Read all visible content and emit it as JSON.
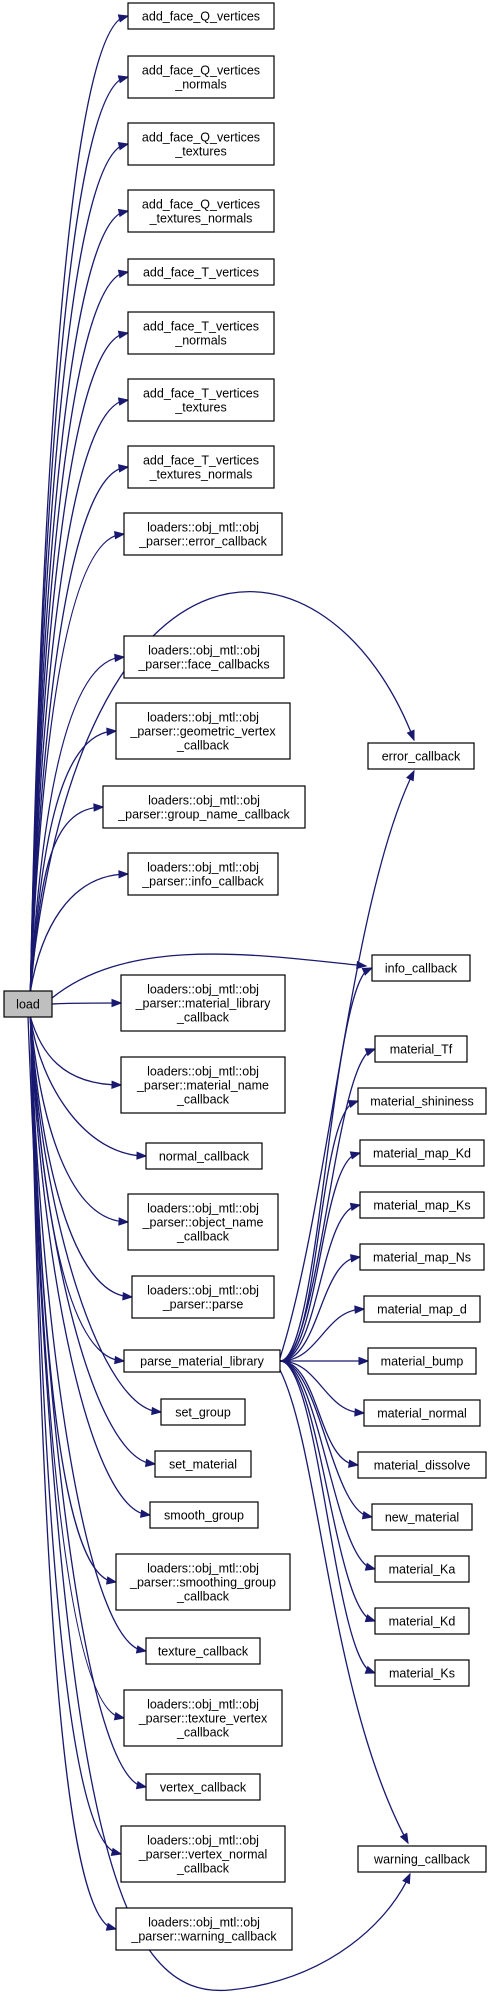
{
  "diagram": {
    "root": "load",
    "colors": {
      "edge": "#191970",
      "node_border": "#000000",
      "root_fill": "#bfbfbf",
      "node_fill": "#ffffff"
    },
    "nodes": [
      {
        "id": "add_face_Q_vertices",
        "lines": [
          "add_face_Q_vertices"
        ]
      },
      {
        "id": "add_face_Q_vertices_normals",
        "lines": [
          "add_face_Q_vertices",
          "_normals"
        ]
      },
      {
        "id": "add_face_Q_vertices_textures",
        "lines": [
          "add_face_Q_vertices",
          "_textures"
        ]
      },
      {
        "id": "add_face_Q_vertices_textures_normals",
        "lines": [
          "add_face_Q_vertices",
          "_textures_normals"
        ]
      },
      {
        "id": "add_face_T_vertices",
        "lines": [
          "add_face_T_vertices"
        ]
      },
      {
        "id": "add_face_T_vertices_normals",
        "lines": [
          "add_face_T_vertices",
          "_normals"
        ]
      },
      {
        "id": "add_face_T_vertices_textures",
        "lines": [
          "add_face_T_vertices",
          "_textures"
        ]
      },
      {
        "id": "add_face_T_vertices_textures_normals",
        "lines": [
          "add_face_T_vertices",
          "_textures_normals"
        ]
      },
      {
        "id": "parser_error_callback",
        "lines": [
          "loaders::obj_mtl::obj",
          "_parser::error_callback"
        ]
      },
      {
        "id": "parser_face_callbacks",
        "lines": [
          "loaders::obj_mtl::obj",
          "_parser::face_callbacks"
        ]
      },
      {
        "id": "parser_geometric_vertex_callback",
        "lines": [
          "loaders::obj_mtl::obj",
          "_parser::geometric_vertex",
          "_callback"
        ]
      },
      {
        "id": "parser_group_name_callback",
        "lines": [
          "loaders::obj_mtl::obj",
          "_parser::group_name_callback"
        ]
      },
      {
        "id": "parser_info_callback",
        "lines": [
          "loaders::obj_mtl::obj",
          "_parser::info_callback"
        ]
      },
      {
        "id": "load",
        "lines": [
          "load"
        ]
      },
      {
        "id": "parser_material_library_callback",
        "lines": [
          "loaders::obj_mtl::obj",
          "_parser::material_library",
          "_callback"
        ]
      },
      {
        "id": "parser_material_name_callback",
        "lines": [
          "loaders::obj_mtl::obj",
          "_parser::material_name",
          "_callback"
        ]
      },
      {
        "id": "normal_callback",
        "lines": [
          "normal_callback"
        ]
      },
      {
        "id": "parser_object_name_callback",
        "lines": [
          "loaders::obj_mtl::obj",
          "_parser::object_name",
          "_callback"
        ]
      },
      {
        "id": "parser_parse",
        "lines": [
          "loaders::obj_mtl::obj",
          "_parser::parse"
        ]
      },
      {
        "id": "parse_material_library",
        "lines": [
          "parse_material_library"
        ]
      },
      {
        "id": "set_group",
        "lines": [
          "set_group"
        ]
      },
      {
        "id": "set_material",
        "lines": [
          "set_material"
        ]
      },
      {
        "id": "smooth_group",
        "lines": [
          "smooth_group"
        ]
      },
      {
        "id": "parser_smoothing_group_callback",
        "lines": [
          "loaders::obj_mtl::obj",
          "_parser::smoothing_group",
          "_callback"
        ]
      },
      {
        "id": "texture_callback",
        "lines": [
          "texture_callback"
        ]
      },
      {
        "id": "parser_texture_vertex_callback",
        "lines": [
          "loaders::obj_mtl::obj",
          "_parser::texture_vertex",
          "_callback"
        ]
      },
      {
        "id": "vertex_callback",
        "lines": [
          "vertex_callback"
        ]
      },
      {
        "id": "parser_vertex_normal_callback",
        "lines": [
          "loaders::obj_mtl::obj",
          "_parser::vertex_normal",
          "_callback"
        ]
      },
      {
        "id": "parser_warning_callback",
        "lines": [
          "loaders::obj_mtl::obj",
          "_parser::warning_callback"
        ]
      },
      {
        "id": "error_callback",
        "lines": [
          "error_callback"
        ]
      },
      {
        "id": "info_callback",
        "lines": [
          "info_callback"
        ]
      },
      {
        "id": "material_Tf",
        "lines": [
          "material_Tf"
        ]
      },
      {
        "id": "material_shininess",
        "lines": [
          "material_shininess"
        ]
      },
      {
        "id": "material_map_Kd",
        "lines": [
          "material_map_Kd"
        ]
      },
      {
        "id": "material_map_Ks",
        "lines": [
          "material_map_Ks"
        ]
      },
      {
        "id": "material_map_Ns",
        "lines": [
          "material_map_Ns"
        ]
      },
      {
        "id": "material_map_d",
        "lines": [
          "material_map_d"
        ]
      },
      {
        "id": "material_bump",
        "lines": [
          "material_bump"
        ]
      },
      {
        "id": "material_normal",
        "lines": [
          "material_normal"
        ]
      },
      {
        "id": "material_dissolve",
        "lines": [
          "material_dissolve"
        ]
      },
      {
        "id": "new_material",
        "lines": [
          "new_material"
        ]
      },
      {
        "id": "material_Ka",
        "lines": [
          "material_Ka"
        ]
      },
      {
        "id": "material_Kd",
        "lines": [
          "material_Kd"
        ]
      },
      {
        "id": "material_Ks",
        "lines": [
          "material_Ks"
        ]
      },
      {
        "id": "warning_callback",
        "lines": [
          "warning_callback"
        ]
      }
    ],
    "edges": [
      [
        "load",
        "add_face_Q_vertices"
      ],
      [
        "load",
        "add_face_Q_vertices_normals"
      ],
      [
        "load",
        "add_face_Q_vertices_textures"
      ],
      [
        "load",
        "add_face_Q_vertices_textures_normals"
      ],
      [
        "load",
        "add_face_T_vertices"
      ],
      [
        "load",
        "add_face_T_vertices_normals"
      ],
      [
        "load",
        "add_face_T_vertices_textures"
      ],
      [
        "load",
        "add_face_T_vertices_textures_normals"
      ],
      [
        "load",
        "parser_error_callback"
      ],
      [
        "load",
        "error_callback"
      ],
      [
        "load",
        "parser_face_callbacks"
      ],
      [
        "load",
        "parser_geometric_vertex_callback"
      ],
      [
        "load",
        "parser_group_name_callback"
      ],
      [
        "load",
        "parser_info_callback"
      ],
      [
        "load",
        "info_callback"
      ],
      [
        "load",
        "parser_material_library_callback"
      ],
      [
        "load",
        "parser_material_name_callback"
      ],
      [
        "load",
        "normal_callback"
      ],
      [
        "load",
        "parser_object_name_callback"
      ],
      [
        "load",
        "parser_parse"
      ],
      [
        "load",
        "parse_material_library"
      ],
      [
        "load",
        "set_group"
      ],
      [
        "load",
        "set_material"
      ],
      [
        "load",
        "smooth_group"
      ],
      [
        "load",
        "parser_smoothing_group_callback"
      ],
      [
        "load",
        "texture_callback"
      ],
      [
        "load",
        "parser_texture_vertex_callback"
      ],
      [
        "load",
        "vertex_callback"
      ],
      [
        "load",
        "parser_vertex_normal_callback"
      ],
      [
        "load",
        "parser_warning_callback"
      ],
      [
        "load",
        "warning_callback"
      ],
      [
        "parse_material_library",
        "error_callback"
      ],
      [
        "parse_material_library",
        "info_callback"
      ],
      [
        "parse_material_library",
        "material_Tf"
      ],
      [
        "parse_material_library",
        "material_shininess"
      ],
      [
        "parse_material_library",
        "material_map_Kd"
      ],
      [
        "parse_material_library",
        "material_map_Ks"
      ],
      [
        "parse_material_library",
        "material_map_Ns"
      ],
      [
        "parse_material_library",
        "material_map_d"
      ],
      [
        "parse_material_library",
        "material_bump"
      ],
      [
        "parse_material_library",
        "material_normal"
      ],
      [
        "parse_material_library",
        "material_dissolve"
      ],
      [
        "parse_material_library",
        "new_material"
      ],
      [
        "parse_material_library",
        "material_Ka"
      ],
      [
        "parse_material_library",
        "material_Kd"
      ],
      [
        "parse_material_library",
        "material_Ks"
      ],
      [
        "parse_material_library",
        "warning_callback"
      ]
    ]
  }
}
